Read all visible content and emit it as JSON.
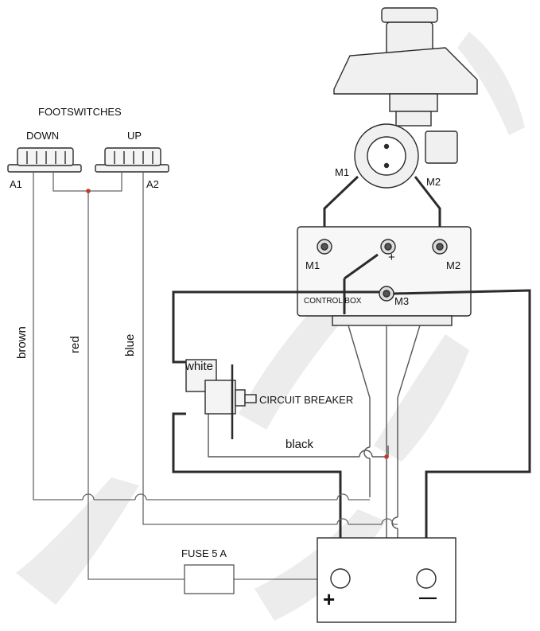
{
  "labels": {
    "footswitches": "FOOTSWITCHES",
    "down": "DOWN",
    "up": "UP",
    "a1": "A1",
    "a2": "A2",
    "m1_motor": "M1",
    "m2_motor": "M2",
    "m1_box": "M1",
    "m2_box": "M2",
    "m3_box": "M3",
    "plus_box": "+",
    "control_box": "CONTROL BOX",
    "white": "white",
    "black": "black",
    "circuit_breaker": "CIRCUIT BREAKER",
    "brown": "brown",
    "red": "red",
    "blue": "blue",
    "fuse": "FUSE 5 A",
    "battery_plus": "+",
    "battery_minus": "—"
  },
  "colors": {
    "line": "#2b2b2b",
    "thin_line": "#666666",
    "junction": "#c0392b",
    "watermark": "#e6e6e6"
  }
}
